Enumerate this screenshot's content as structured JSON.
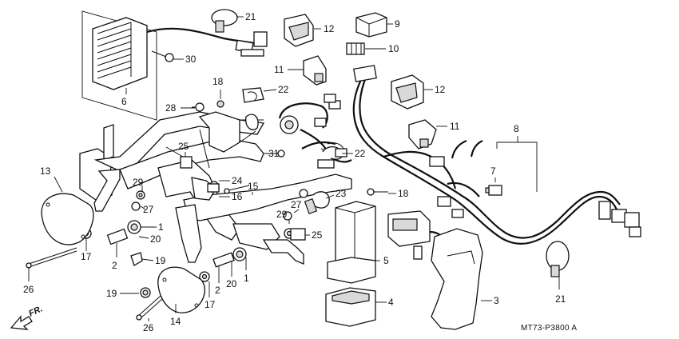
{
  "diagram": {
    "callouts": {
      "p1a": "1",
      "p1b": "1",
      "p2a": "2",
      "p2b": "2",
      "p3": "3",
      "p4": "4",
      "p5": "5",
      "p6": "6",
      "p7": "7",
      "p8": "8",
      "p9": "9",
      "p10": "10",
      "p11a": "11",
      "p11b": "11",
      "p12a": "12",
      "p12b": "12",
      "p13": "13",
      "p14": "14",
      "p15": "15",
      "p16": "16",
      "p17a": "17",
      "p17b": "17",
      "p18a": "18",
      "p18b": "18",
      "p19a": "19",
      "p19b": "19",
      "p20a": "20",
      "p20b": "20",
      "p21a": "21",
      "p21b": "21",
      "p22a": "22",
      "p22b": "22",
      "p23": "23",
      "p24": "24",
      "p25a": "25",
      "p25b": "25",
      "p26a": "26",
      "p26b": "26",
      "p27a": "27",
      "p27b": "27",
      "p28": "28",
      "p29a": "29",
      "p29b": "29",
      "p30": "30",
      "p31": "31"
    },
    "direction_label": "FR.",
    "diagram_code": "MT73-P3800 A"
  }
}
